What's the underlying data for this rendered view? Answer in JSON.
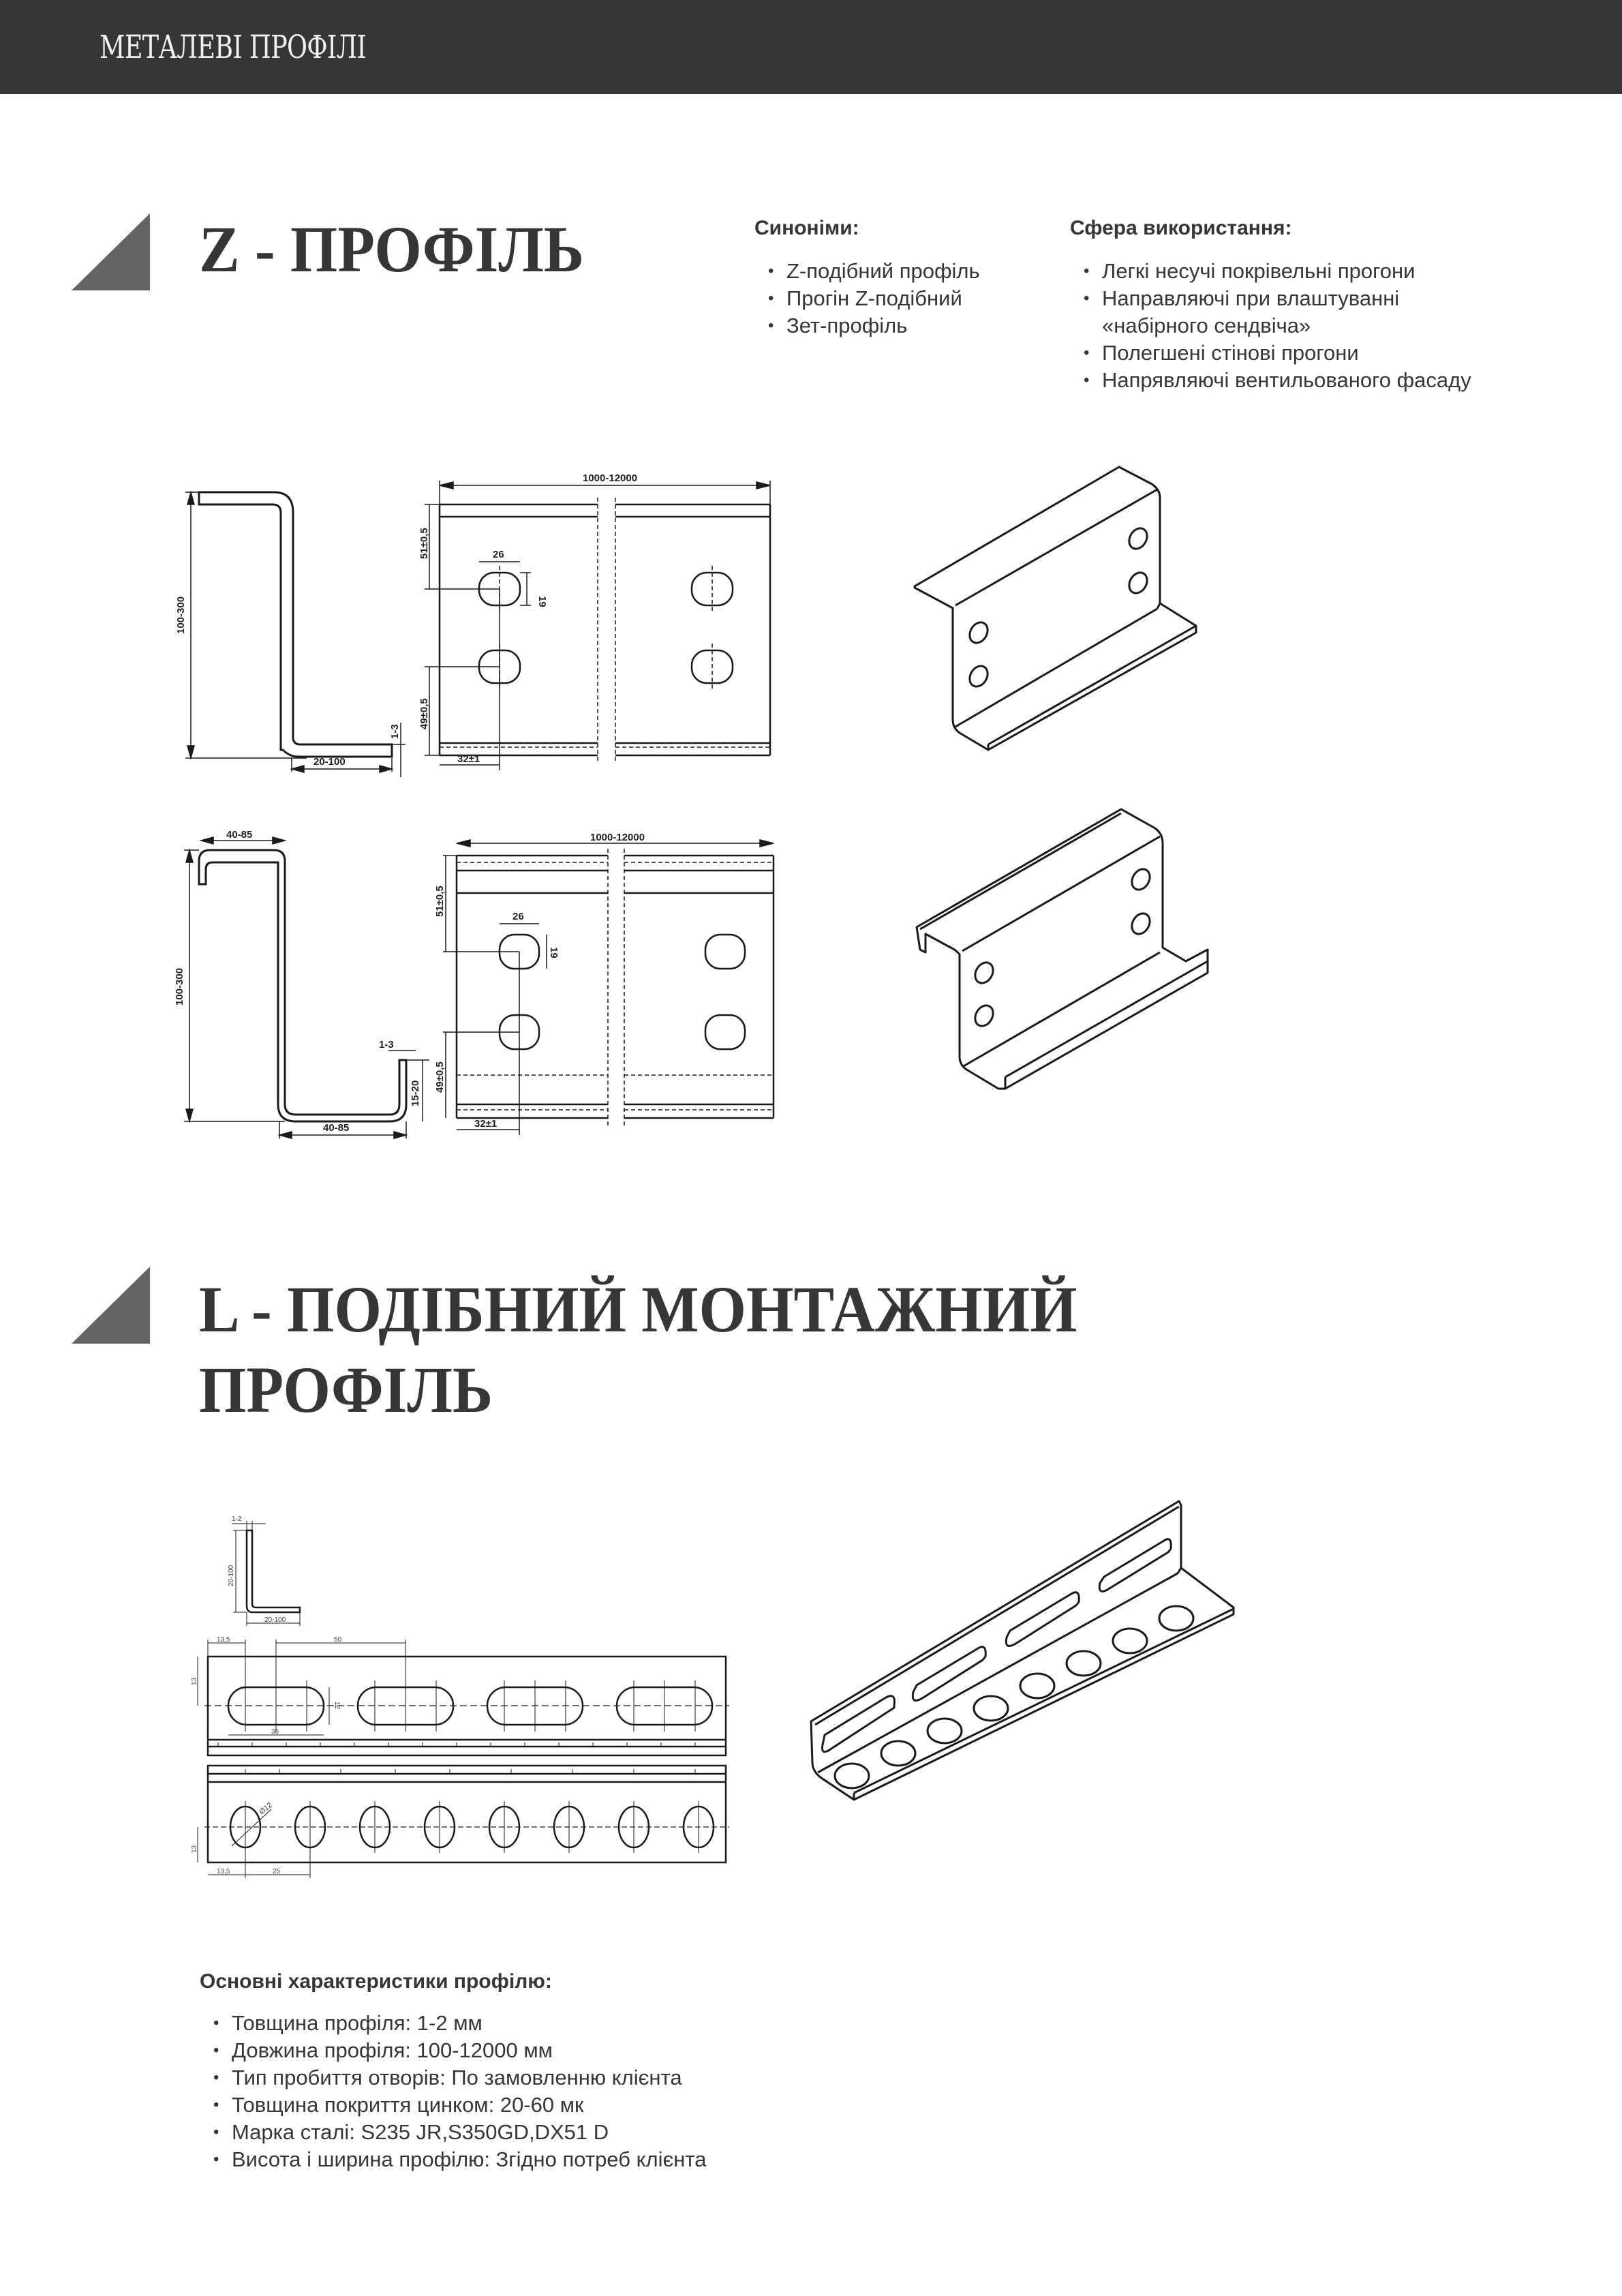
{
  "header": {
    "title": "МЕТАЛЕВІ ПРОФІЛІ",
    "bg_color": "#353638",
    "text_color": "#f2f2f2"
  },
  "z_section": {
    "title": "Z - ПРОФІЛЬ",
    "accent_triangle_color": "#636466",
    "synonyms": {
      "title": "Синоніми:",
      "items": [
        "Z-подібний профіль",
        "Прогін Z-подібний",
        "Зет-профіль"
      ]
    },
    "usage": {
      "title": "Сфера використання:",
      "items": [
        "Легкі несучі покрівельні прогони",
        "Направляючі при влаштуванні «набірного сендвіча»",
        "Полегшені стінові прогони",
        "Напрявляючі вентильованого фасаду"
      ],
      "item2_line1": "Направляючі при влаштуванні",
      "item2_line2": "«набірного сендвіча»"
    },
    "drawing_1": {
      "section": {
        "height": "100-300",
        "flange": "20-100",
        "thickness": "1-3"
      },
      "front": {
        "length": "1000-12000",
        "top_offset": "51±0,5",
        "bottom_offset": "49±0,5",
        "hole_width": "26",
        "hole_height": "19",
        "edge_offset": "32±1"
      }
    },
    "drawing_2": {
      "section": {
        "height": "100-300",
        "top_flange": "40-85",
        "bottom_flange": "40-85",
        "thickness": "1-3",
        "lip": "15-20"
      },
      "front": {
        "length": "1000-12000",
        "top_offset": "51±0,5",
        "bottom_offset": "49±0,5",
        "hole_width": "26",
        "hole_height": "19",
        "edge_offset": "32±1"
      }
    }
  },
  "l_section": {
    "title_line1": "L - ПОДІБНИЙ МОНТАЖНИЙ",
    "title_line2": "ПРОФІЛЬ",
    "drawing": {
      "section": {
        "thickness": "1-2",
        "height": "20-100",
        "width": "20-100"
      },
      "slotted_strip": {
        "edge_offset": "13,5",
        "pitch": "50",
        "slot_length": "36",
        "slot_width": "12",
        "center_height": "13",
        "slot_count": 4
      },
      "round_strip": {
        "diameter": "Ø12",
        "edge_offset": "13,5",
        "pitch": "25",
        "center_height": "13",
        "hole_count": 8
      }
    },
    "characteristics": {
      "title": "Основні характеристики профілю:",
      "items": [
        "Товщина профіля: 1-2 мм",
        "Довжина профіля: 100-12000 мм",
        "Тип пробиття отворів: По замовленню клієнта",
        "Товщина покриття цинком: 20-60 мк",
        "Марка сталі: S235 JR,S350GD,DX51 D",
        "Висота і ширина профілю: Згідно потреб клієнта"
      ]
    }
  }
}
